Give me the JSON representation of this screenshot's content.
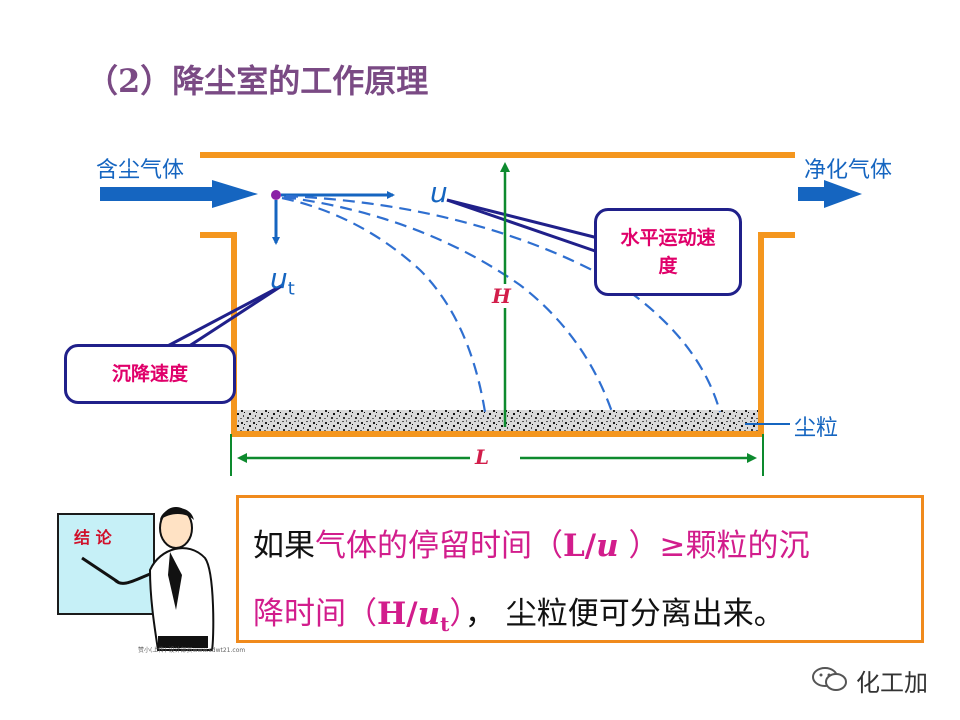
{
  "title": {
    "number": "（2）",
    "text": "降尘室的工作原理"
  },
  "diagram": {
    "inlet_label": "含尘气体",
    "outlet_label": "净化气体",
    "horizontal_velocity_symbol": "u",
    "settling_velocity_symbol": "u",
    "settling_velocity_subscript": "t",
    "height_label": "H",
    "length_label": "L",
    "particles_label": "尘粒",
    "callout_horizontal": "水平运动速度",
    "callout_settling": "沉降速度",
    "colors": {
      "wall": "#f4961e",
      "arrow": "#1565c0",
      "dim_line": "#0d8a2e",
      "callout_border": "#20208a",
      "callout_text": "#e0006a"
    }
  },
  "conclusion": {
    "board_label": "结 论",
    "tiny_caption": "赞小(上传) 设计部员www.sdwt21.com",
    "line1_plain_start": "如果",
    "line1_magenta": "气体的停留时间（",
    "line1_formula_L": "L/",
    "line1_formula_u": "u",
    "line1_magenta_end": " ）≥颗粒的沉",
    "line2_magenta": "降时间（",
    "line2_formula_H": "H/",
    "line2_formula_u": "u",
    "line2_formula_sub": "t",
    "line2_close": "）",
    "line2_plain_end": "， 尘粒便可分离出来。",
    "colors": {
      "highlight": "#d21d8c",
      "border": "#f08a1c"
    }
  },
  "watermark": "化工加"
}
